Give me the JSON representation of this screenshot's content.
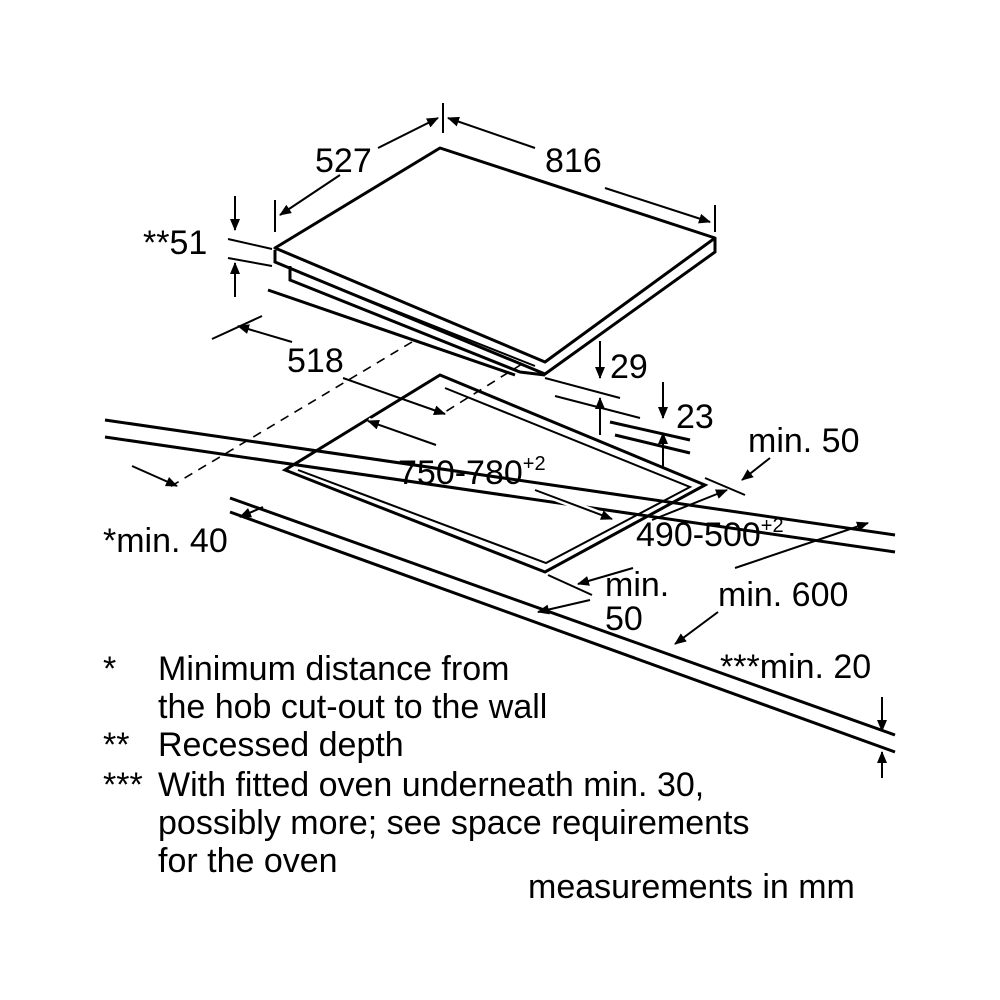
{
  "dimensions": {
    "hob_depth": "527",
    "hob_width": "816",
    "recessed_depth": "**51",
    "base_depth": "518",
    "base_height": "29",
    "plate_gap": "23",
    "cutout_width": "750-780",
    "cutout_width_tol": "+2",
    "cutout_depth": "490-500",
    "cutout_depth_tol": "+2",
    "min_back": "min. 50",
    "min_wall": "*min. 40",
    "min_front_line1": "min.",
    "min_front_line2": "50",
    "min_worktop": "min. 600",
    "min_thickness": "***min. 20"
  },
  "notes": [
    {
      "marker": "*",
      "lines": [
        "Minimum distance from",
        "the hob cut-out to the wall"
      ]
    },
    {
      "marker": "**",
      "lines": [
        "Recessed depth"
      ]
    },
    {
      "marker": "***",
      "lines": [
        "With fitted oven underneath min. 30,",
        "possibly more; see space requirements",
        "for the oven"
      ]
    }
  ],
  "units_note": "measurements in mm"
}
